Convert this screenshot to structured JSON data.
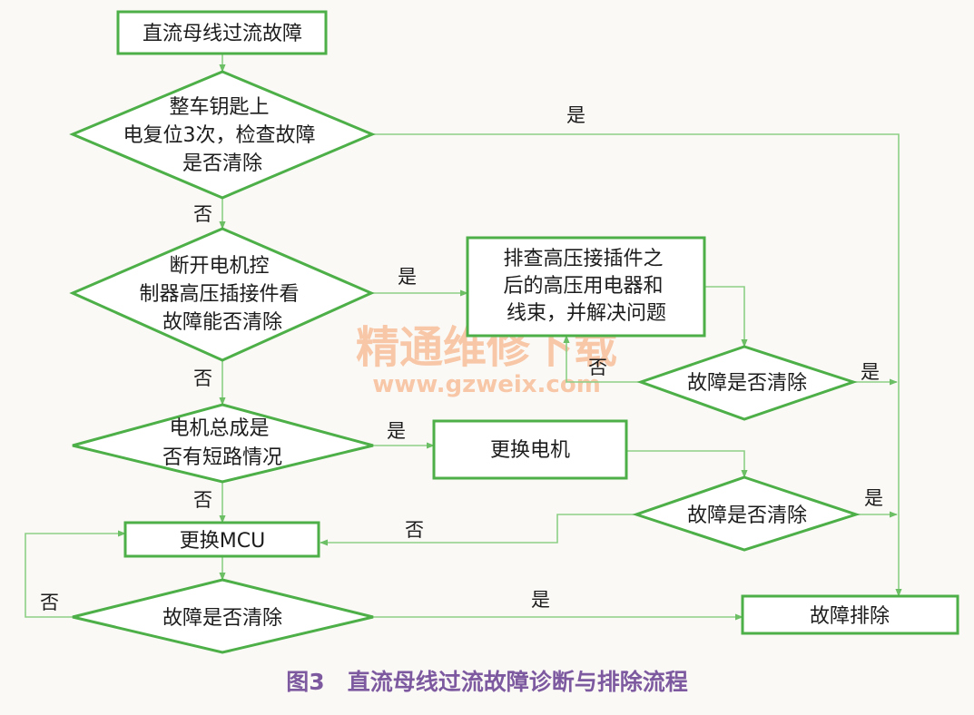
{
  "colors": {
    "stroke": "#4daf47",
    "connector": "#8ccf86",
    "caption": "#7d5aa0",
    "watermark": "#f6b58c"
  },
  "nodes": {
    "start": "直流母线过流故障",
    "d1": [
      "整车钥匙上",
      "电复位3次，检查故障",
      "是否清除"
    ],
    "d2": [
      "断开电机控",
      "制器高压插接件看",
      "故障能否清除"
    ],
    "p1": [
      "排查高压接插件之",
      "后的高压用电器和",
      "线束，并解决问题"
    ],
    "d3": "故障是否清除",
    "d4": [
      "电机总成是",
      "否有短路情况"
    ],
    "p2": "更换电机",
    "d5": "故障是否清除",
    "p3": "更换MCU",
    "d6": "故障是否清除",
    "end": "故障排除"
  },
  "labels": {
    "yes": "是",
    "no": "否"
  },
  "watermark": {
    "line1": "精通维修下载",
    "line2": "www.gzweix.com"
  },
  "caption": "图3　直流母线过流故障诊断与排除流程"
}
